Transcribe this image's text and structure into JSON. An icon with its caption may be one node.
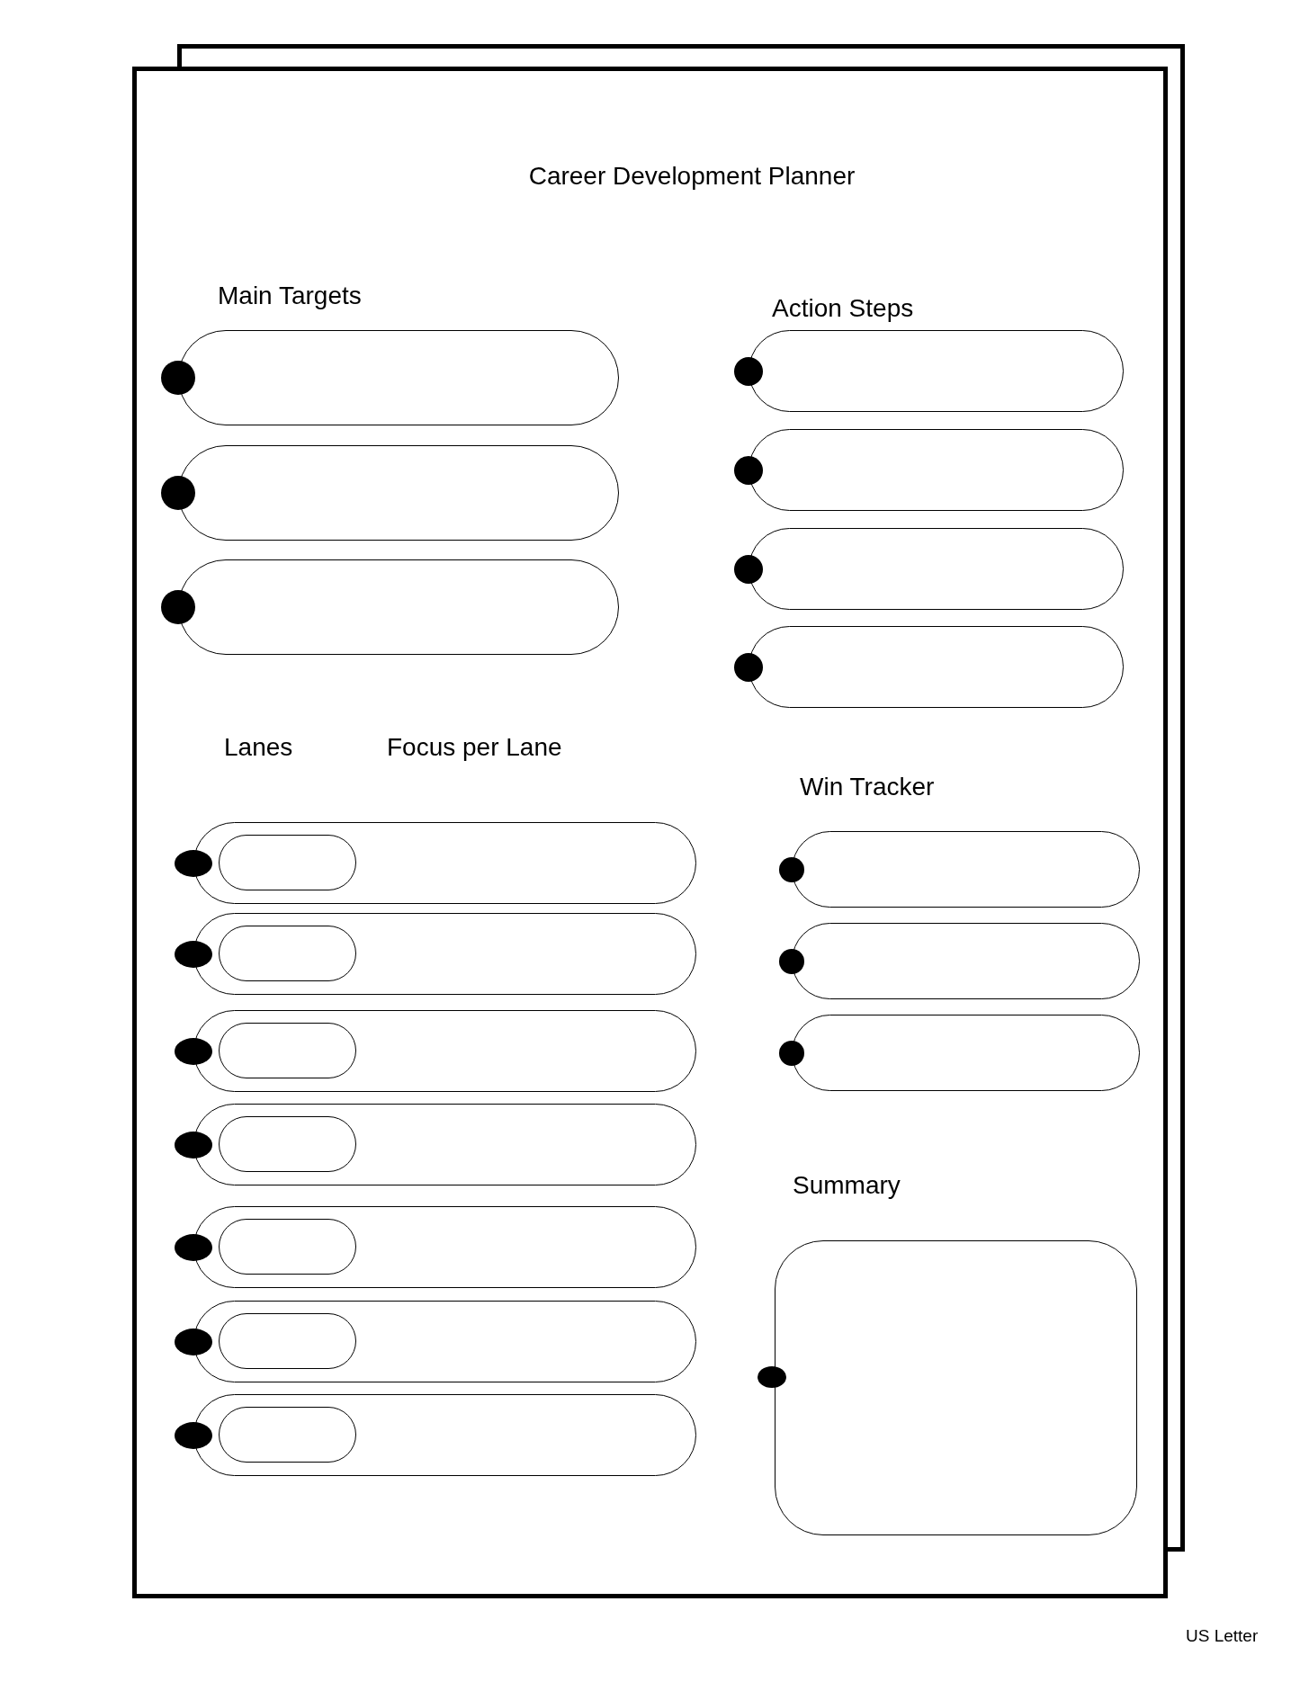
{
  "diagram": {
    "title": "Career Development Planner",
    "nodes": [
      {
        "text": [],
        "shape": "box"
      },
      {
        "text": [],
        "shape": "box"
      },
      {
        "text": [],
        "shape": "box"
      },
      {
        "text": [],
        "shape": "box"
      },
      {
        "text": [],
        "shape": "box"
      },
      {
        "text": [],
        "shape": "box"
      },
      {
        "text": [],
        "shape": "box"
      },
      {
        "text": [],
        "shape": "box"
      },
      {
        "text": [],
        "shape": "box",
        "in": 7
      },
      {
        "text": [],
        "shape": "box"
      },
      {
        "text": [],
        "shape": "box",
        "in": 9
      },
      {
        "text": [],
        "shape": "box"
      },
      {
        "text": [],
        "shape": "box",
        "in": 11
      },
      {
        "text": [],
        "shape": "box"
      },
      {
        "text": [],
        "shape": "box",
        "in": 13
      },
      {
        "text": [],
        "shape": "box"
      },
      {
        "text": [],
        "shape": "box",
        "in": 15
      },
      {
        "text": [],
        "shape": "box"
      },
      {
        "text": [],
        "shape": "box",
        "in": 17
      },
      {
        "text": [],
        "shape": "box"
      },
      {
        "text": [],
        "shape": "box",
        "in": 19
      },
      {
        "text": [],
        "shape": "box"
      },
      {
        "text": [],
        "shape": "box"
      },
      {
        "text": [],
        "shape": "box"
      },
      {
        "text": [],
        "shape": "box"
      }
    ],
    "labels": [
      "Main Targets",
      "Action Steps",
      "Lanes",
      "Focus per Lane",
      "Win Tracker",
      "Summary",
      "US Letter"
    ]
  }
}
